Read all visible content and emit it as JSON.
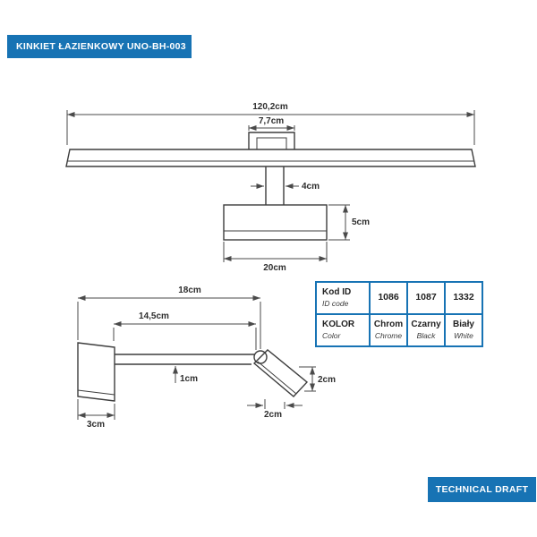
{
  "colors": {
    "accent": "#1773b4",
    "line": "#3d3d3d",
    "text": "#2e2e2e"
  },
  "header": {
    "title": "KINKIET ŁAZIENKOWY UNO-BH-003"
  },
  "footer": {
    "label": "TECHNICAL DRAFT"
  },
  "front_view": {
    "total_width": "120,2cm",
    "mount_width": "7,7cm",
    "stem_width": "4cm",
    "shade_height": "5cm",
    "shade_width": "20cm"
  },
  "side_view": {
    "total_depth": "18cm",
    "arm_length": "14,5cm",
    "arm_thickness": "1cm",
    "plate_depth": "3cm",
    "shade_thickness": "2cm",
    "shade_bottom_width": "2cm"
  },
  "spec_table": {
    "id_row": {
      "label": "Kod ID",
      "sublabel": "ID code",
      "codes": [
        "1086",
        "1087",
        "1332"
      ]
    },
    "color_row": {
      "label": "KOLOR",
      "sublabel": "Color",
      "options": [
        {
          "pl": "Chrom",
          "en": "Chrome"
        },
        {
          "pl": "Czarny",
          "en": "Black"
        },
        {
          "pl": "Biały",
          "en": "White"
        }
      ]
    }
  }
}
